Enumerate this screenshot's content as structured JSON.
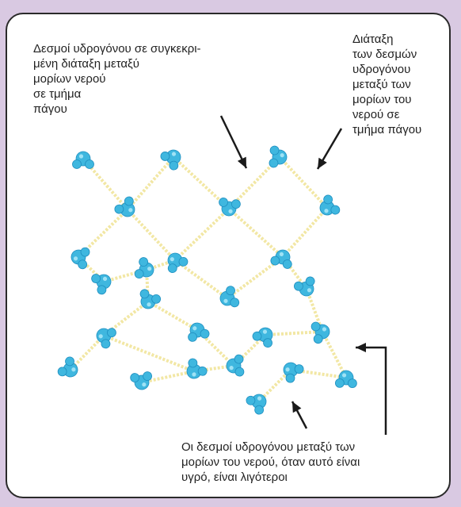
{
  "labels": {
    "ice_ordered_bonds": "Δεσμοί υδρογόνου σε συγκεκρι-\nμένη διάταξη μεταξύ\nμορίων νερού\nσε τμήμα\nπάγου",
    "ice_bond_arrangement": "Διάταξη\nτων δεσμών\nυδρογόνου\nμεταξύ των\nμορίων του\nνερού σε\nτμήμα πάγου",
    "liquid_fewer_bonds": "Οι δεσμοί υδρογόνου μεταξύ των\nμορίων του νερού, όταν αυτό είναι\nυγρό, είναι λιγότεροι"
  },
  "colors": {
    "background": "#d9c9e2",
    "panel": "#ffffff",
    "molecule": "#3fb7df",
    "molecule_dark": "#1f8fc0",
    "bond": "#f2e7a4",
    "arrow": "#1a1a1a"
  },
  "icons": [
    "water-molecule-icon",
    "hydrogen-bond-line",
    "arrow"
  ]
}
